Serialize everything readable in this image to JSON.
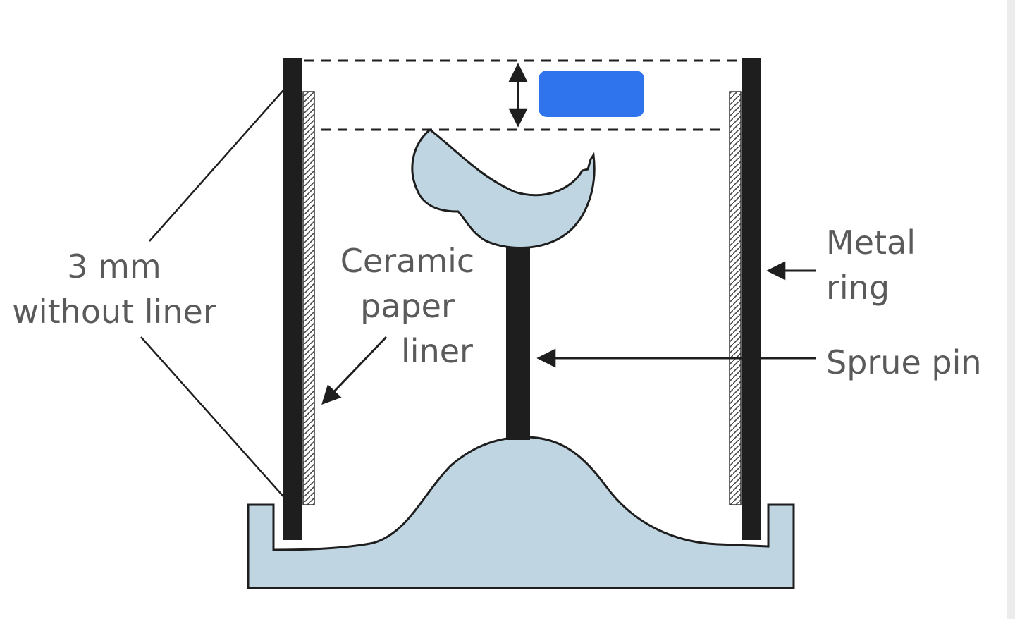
{
  "labels": {
    "three_mm_line1": "3 mm",
    "three_mm_line2": "without liner",
    "ceramic_line1": "Ceramic",
    "ceramic_line2": "paper",
    "ceramic_line3": "liner",
    "metal_line1": "Metal",
    "metal_line2": "ring",
    "sprue_pin": "Sprue pin"
  },
  "colors": {
    "wax_base": "#bfd6e2",
    "ring": "#1e1e1e",
    "answer_box": "#2f74ec",
    "label_text": "#5a5a5a"
  }
}
